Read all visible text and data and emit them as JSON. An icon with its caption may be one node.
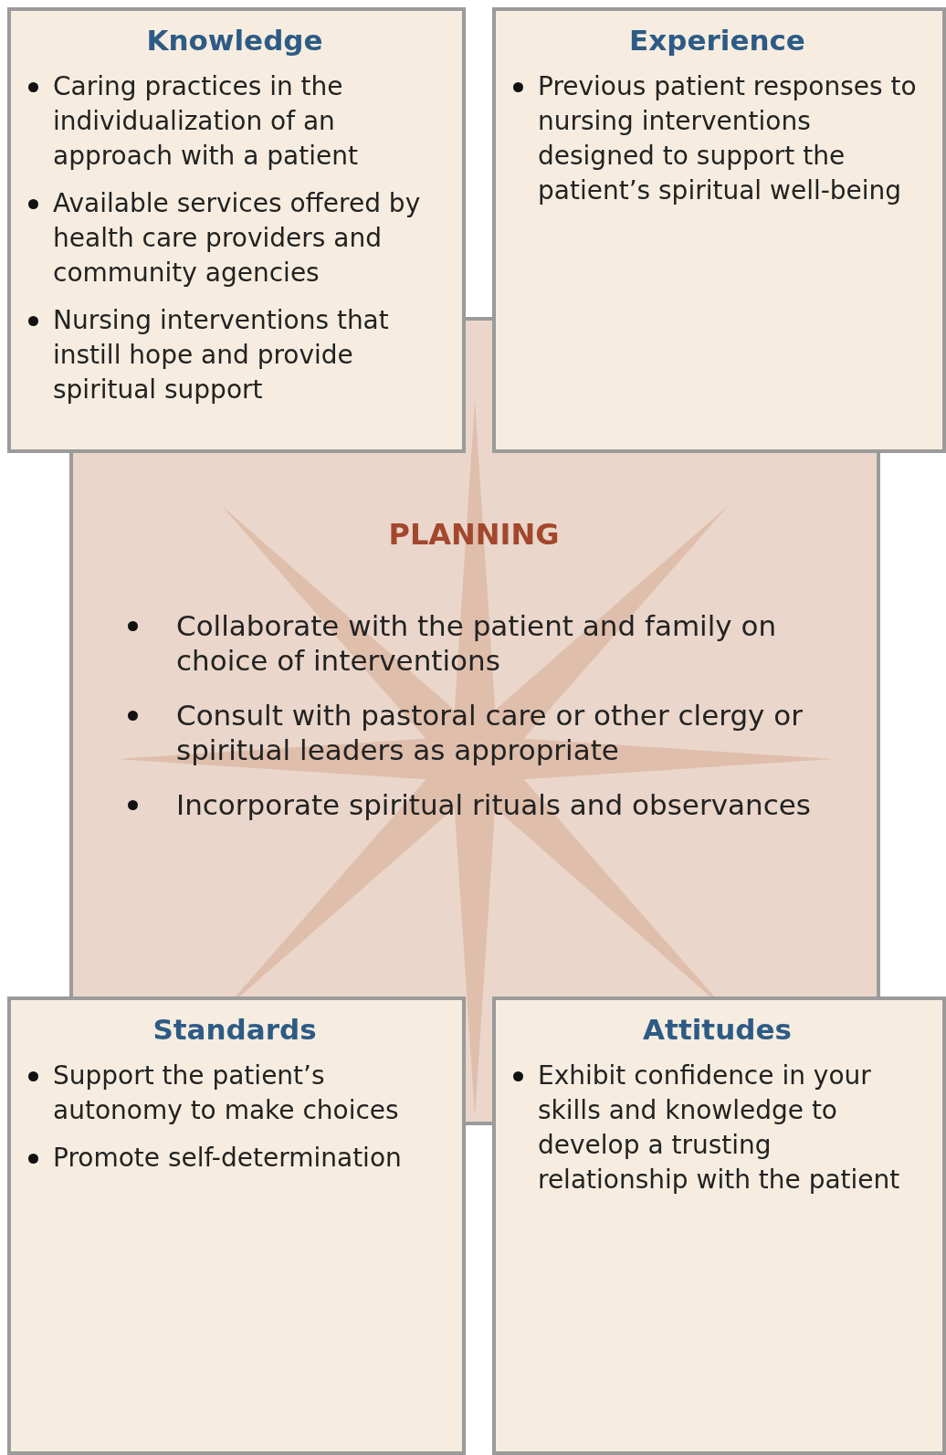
{
  "diagram": {
    "nodes": [
      {
        "text": [
          "Knowledge",
          "Caring practices in the individualization of an approach with a patient",
          "Available services offered by health care providers and community agencies",
          "Nursing interventions that instill hope and provide spiritual support"
        ]
      },
      {
        "text": [
          "Experience",
          "Previous patient responses to nursing interventions designed to support the patient’s spiritual well-being"
        ]
      },
      {
        "text": [
          "PLANNING",
          "Collaborate with the patient and family on choice of interventions",
          "Consult with pastoral care or other clergy or spiritual leaders as appropriate",
          "Incorporate spiritual rituals and observances"
        ]
      },
      {
        "text": [
          "Standards",
          "Support the patient’s autonomy to make choices",
          "Promote self-determination"
        ]
      },
      {
        "text": [
          "Attitudes",
          "Exhibit confidence in your skills and knowledge to develop a trusting relationship with the patient"
        ]
      }
    ]
  }
}
